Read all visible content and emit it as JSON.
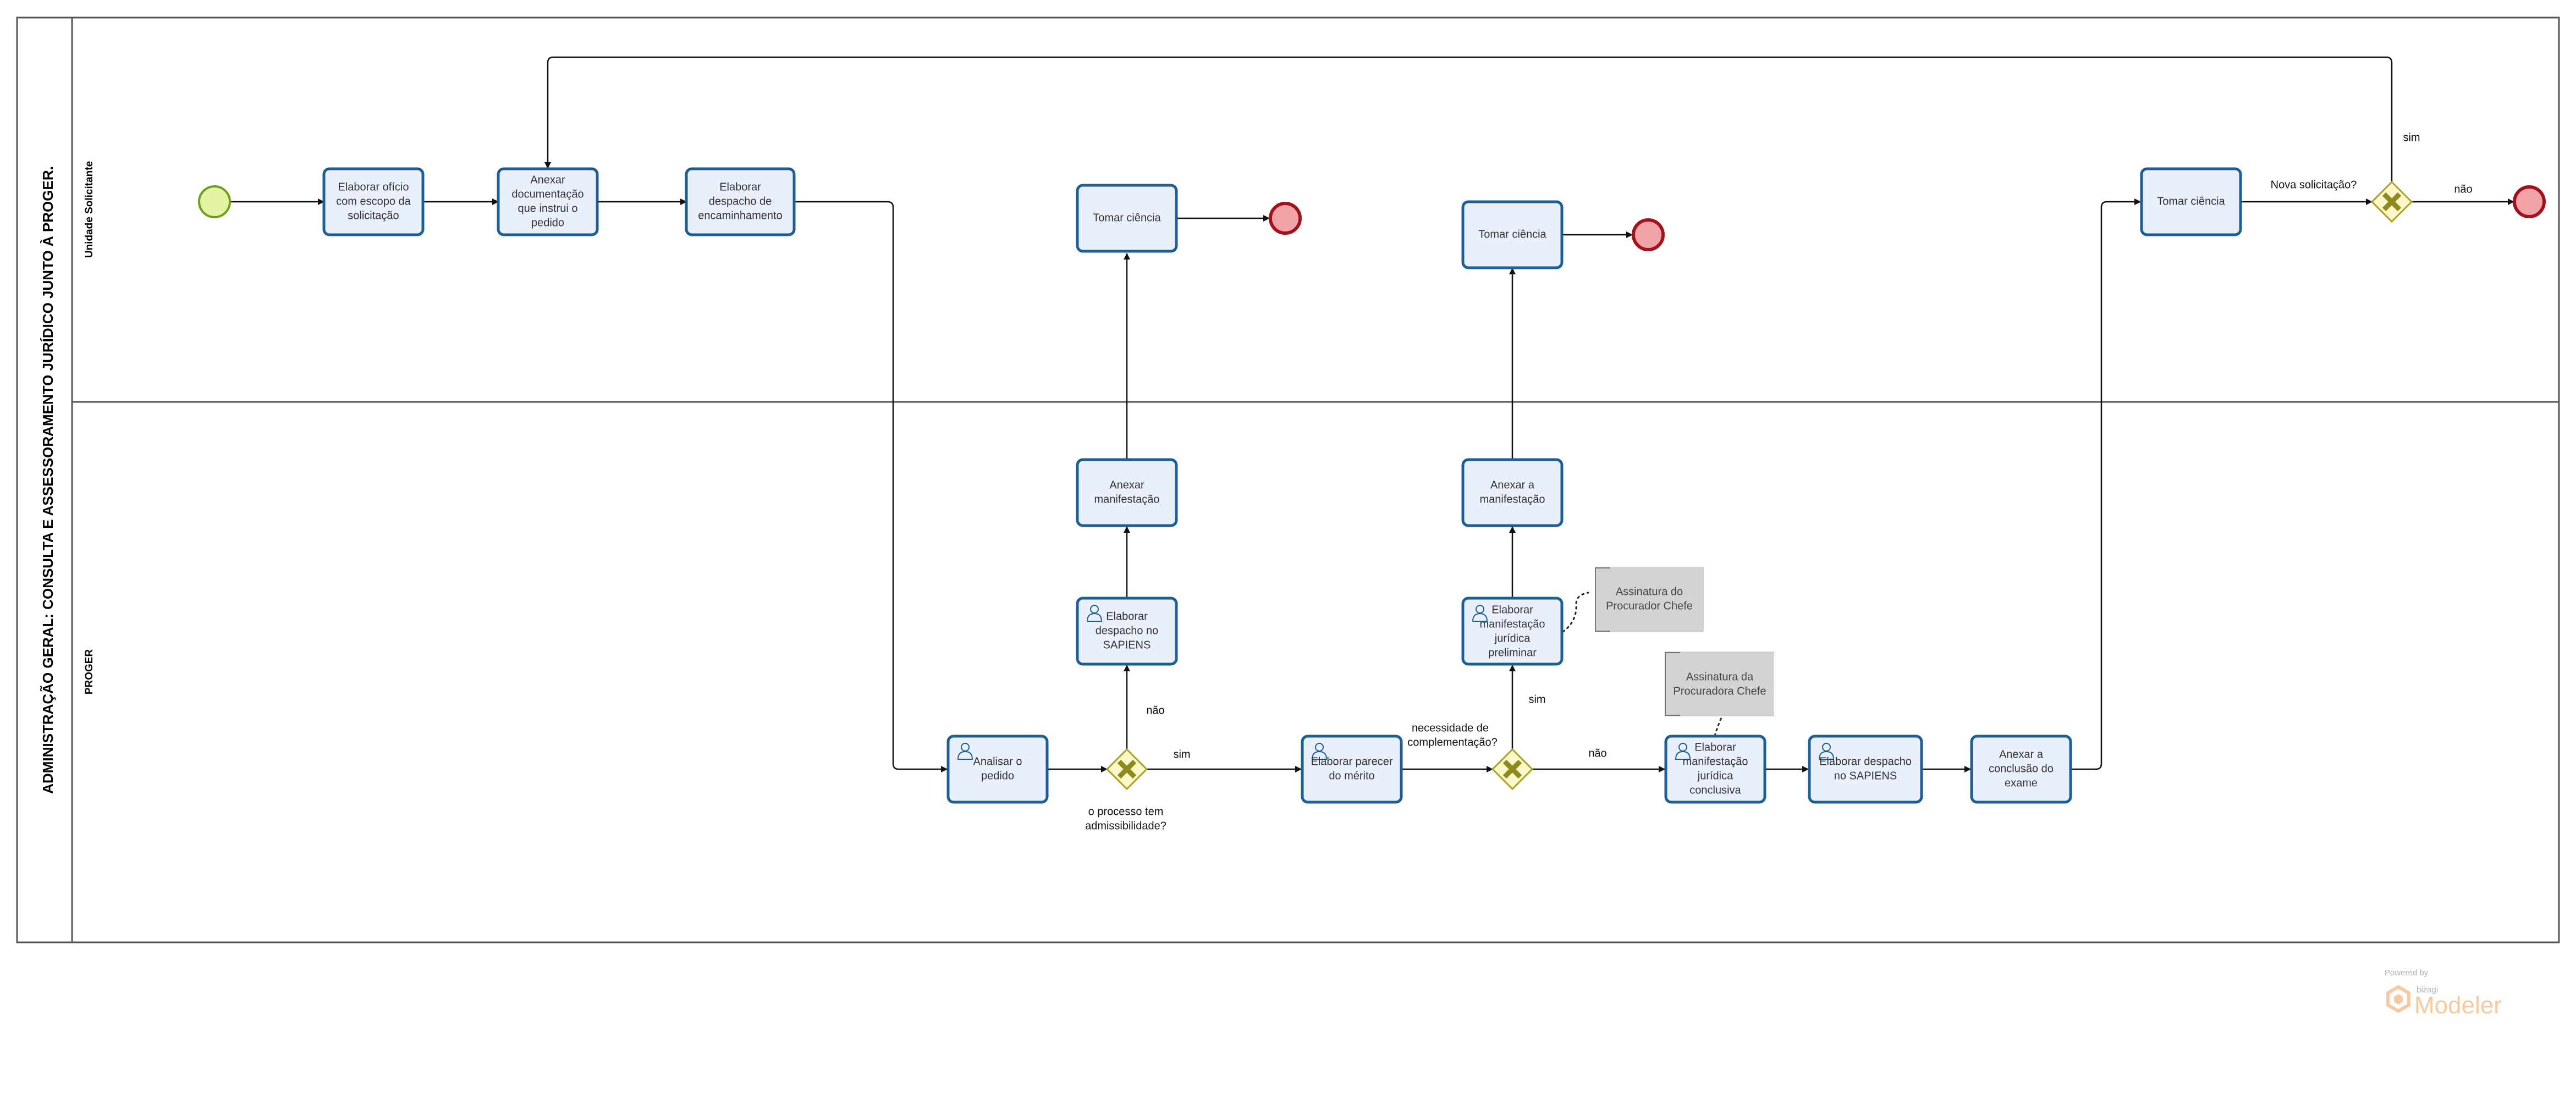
{
  "pool": {
    "title": "ADMINISTRAÇÃO GERAL: CONSULTA E ASSESSORAMENTO JURÍDICO JUNTO À PROGER."
  },
  "lanes": [
    {
      "name": "Unidade Solicitante"
    },
    {
      "name": "PROGER"
    }
  ],
  "tasks": {
    "t1": {
      "lines": [
        "Elaborar ofício",
        "com escopo da",
        "solicitação"
      ]
    },
    "t2": {
      "lines": [
        "Anexar",
        "documentação",
        "que instrui o",
        "pedido"
      ]
    },
    "t3": {
      "lines": [
        "Elaborar",
        "despacho de",
        "encaminhamento"
      ]
    },
    "t4": {
      "lines": [
        "Tomar ciência"
      ]
    },
    "t5": {
      "lines": [
        "Tomar ciência"
      ]
    },
    "t6": {
      "lines": [
        "Tomar ciência"
      ]
    },
    "t7": {
      "lines": [
        "Anexar",
        "manifestação"
      ]
    },
    "t8": {
      "lines": [
        "Anexar a",
        "manifestação"
      ]
    },
    "t9": {
      "lines": [
        "Elaborar",
        "despacho no",
        "SAPIENS"
      ]
    },
    "t10": {
      "lines": [
        "Elaborar",
        "manifestação",
        "jurídica",
        "preliminar"
      ]
    },
    "t11": {
      "lines": [
        "Analisar o",
        "pedido"
      ]
    },
    "t12": {
      "lines": [
        "Elaborar parecer",
        "do mérito"
      ]
    },
    "t13": {
      "lines": [
        "Elaborar",
        "manifestação",
        "jurídica",
        "conclusiva"
      ]
    },
    "t14": {
      "lines": [
        "Elaborar despacho",
        "no SAPIENS"
      ]
    },
    "t15": {
      "lines": [
        "Anexar a",
        "conclusão do",
        "exame"
      ]
    }
  },
  "annotations": {
    "a1": {
      "lines": [
        "Assinatura do",
        "Procurador Chefe"
      ]
    },
    "a2": {
      "lines": [
        "Assinatura da",
        "Procuradora Chefe"
      ]
    }
  },
  "gateways": {
    "g1": {
      "lines": [
        "Nova solicitação?"
      ]
    },
    "g2": {
      "lines": [
        "o processo tem",
        "admissibilidade?"
      ]
    },
    "g3": {
      "lines": [
        "necessidade de",
        "complementação?"
      ]
    }
  },
  "flow_labels": {
    "g1_yes": "sim",
    "g1_no": "não",
    "g2_yes": "sim",
    "g2_no": "não",
    "g3_yes": "sim",
    "g3_no": "não"
  },
  "branding": {
    "powered_by": "Powered by",
    "vendor": "bizagi",
    "product": "Modeler"
  }
}
